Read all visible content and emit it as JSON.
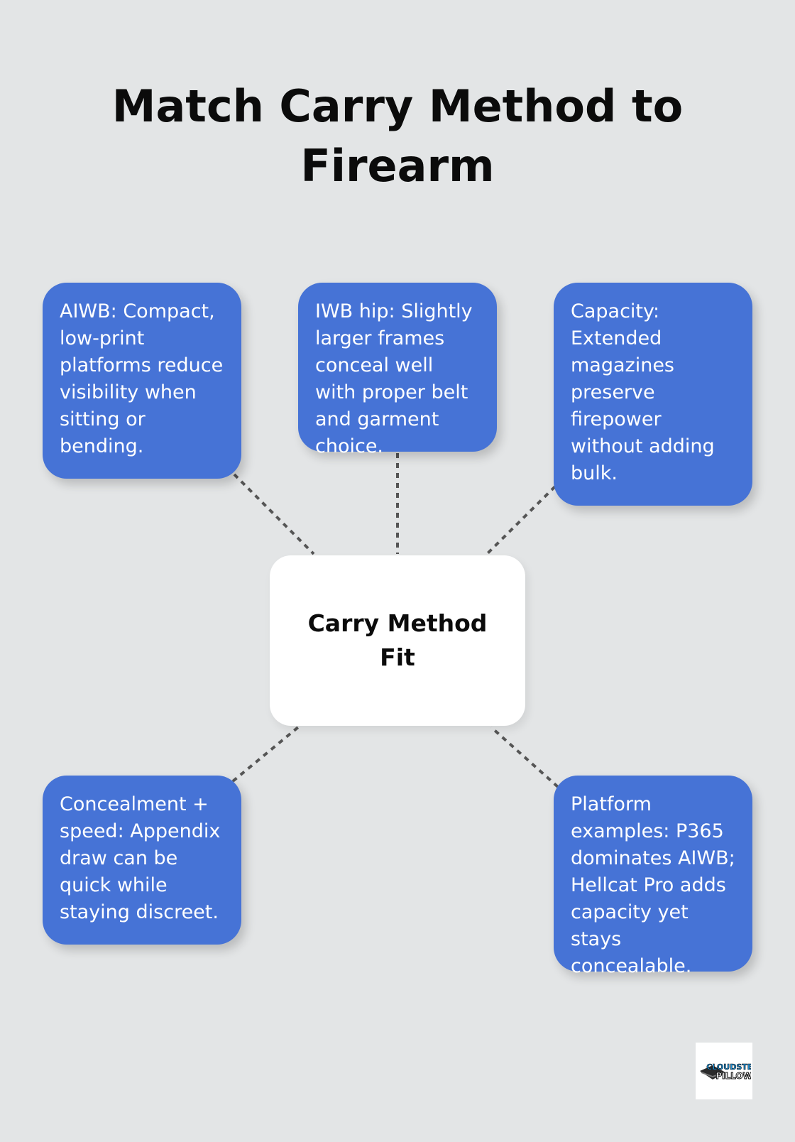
{
  "title": "Match Carry Method to Firearm",
  "center": {
    "label": "Carry Method Fit"
  },
  "nodes": [
    {
      "text": "AIWB: Compact, low-print platforms reduce visibility when sitting or bending."
    },
    {
      "text": "IWB hip: Slightly larger frames conceal well with proper belt and garment choice."
    },
    {
      "text": "Capacity: Extended magazines preserve firepower without adding bulk."
    },
    {
      "text": "Concealment + speed: Appendix draw can be quick while staying discreet."
    },
    {
      "text": "Platform examples: P365 dominates AIWB; Hellcat Pro adds capacity yet stays concealable."
    }
  ],
  "logo": {
    "text_line1": "CLOUDSTER",
    "text_line2": "PILLOW",
    "icon": "pillow-logo-icon"
  },
  "colors": {
    "background": "#e3e5e6",
    "card": "#4673d6",
    "center_card": "#ffffff",
    "connector": "#555555",
    "title": "#0b0b0b"
  }
}
